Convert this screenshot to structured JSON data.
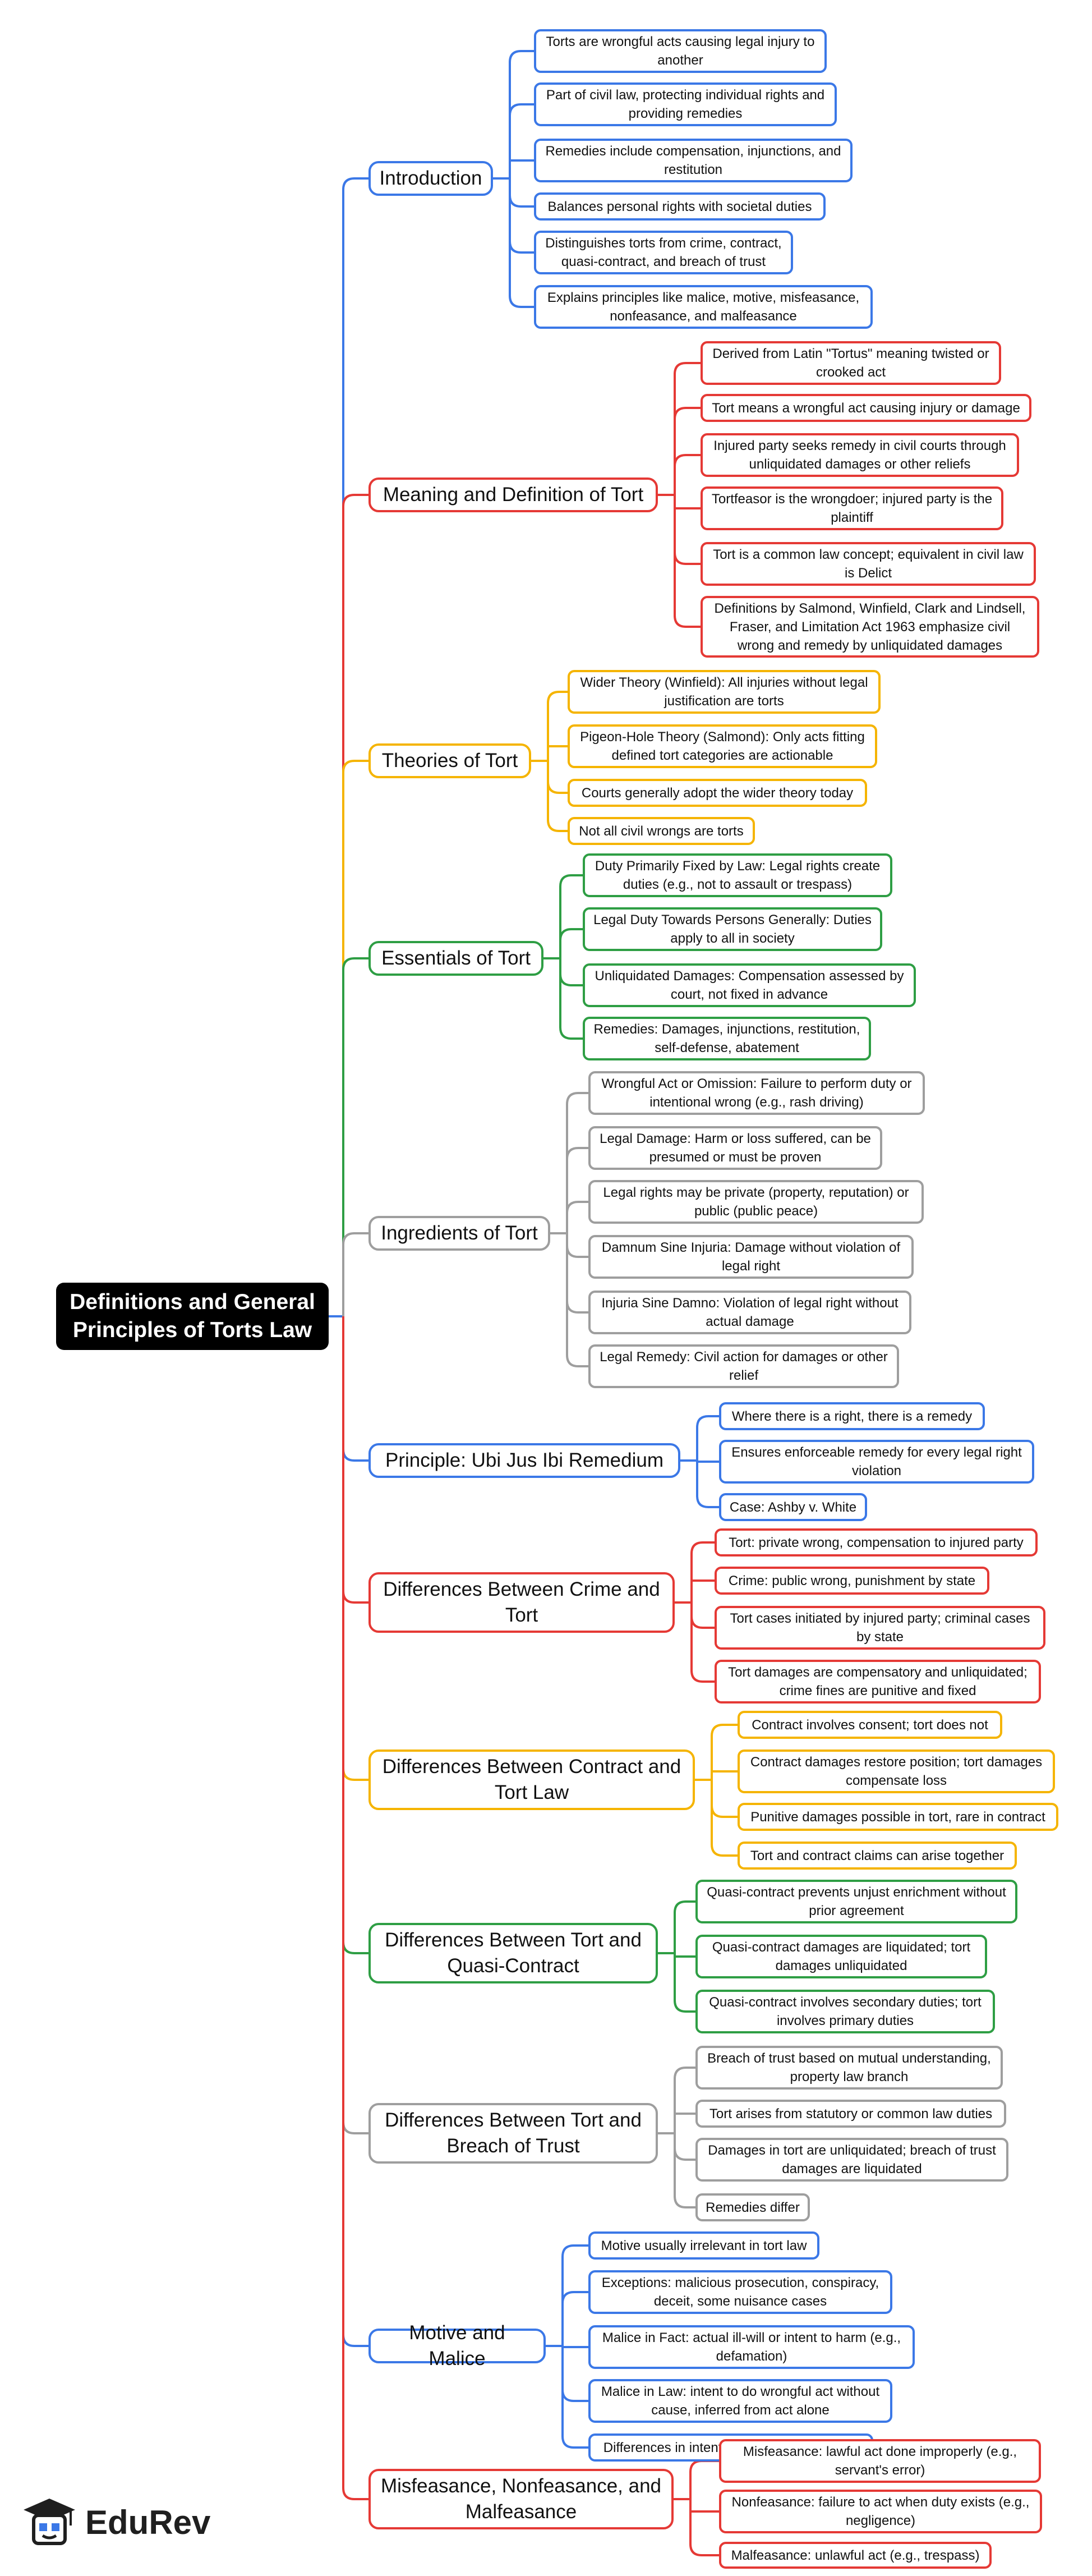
{
  "root": "Definitions and General Principles of Torts Law",
  "logo_text": "EduRev",
  "colors": {
    "blue": "#3b78e7",
    "red": "#e53935",
    "yellow": "#f5b400",
    "green": "#2e9e44",
    "gray": "#9e9e9e"
  },
  "branches": [
    {
      "label": "Introduction",
      "color": "blue",
      "children": [
        "Torts are wrongful acts causing legal injury to another",
        "Part of civil law, protecting individual rights and providing remedies",
        "Remedies include compensation, injunctions, and restitution",
        "Balances personal rights with societal duties",
        "Distinguishes torts from crime, contract, quasi-contract, and breach of trust",
        "Explains principles like malice, motive, misfeasance, nonfeasance, and malfeasance"
      ]
    },
    {
      "label": "Meaning and Definition of Tort",
      "color": "red",
      "children": [
        "Derived from Latin \"Tortus\" meaning twisted or crooked act",
        "Tort means a wrongful act causing injury or damage",
        "Injured party seeks remedy in civil courts through unliquidated damages or other reliefs",
        "Tortfeasor is the wrongdoer; injured party is the plaintiff",
        "Tort is a common law concept; equivalent in civil law is Delict",
        "Definitions by Salmond, Winfield, Clark and Lindsell, Fraser, and Limitation Act 1963 emphasize civil wrong and remedy by unliquidated damages"
      ]
    },
    {
      "label": "Theories of Tort",
      "color": "yellow",
      "children": [
        "Wider Theory (Winfield): All injuries without legal justification are torts",
        "Pigeon-Hole Theory (Salmond): Only acts fitting defined tort categories are actionable",
        "Courts generally adopt the wider theory today",
        "Not all civil wrongs are torts"
      ]
    },
    {
      "label": "Essentials of Tort",
      "color": "green",
      "children": [
        "Duty Primarily Fixed by Law: Legal rights create duties (e.g., not to assault or trespass)",
        "Legal Duty Towards Persons Generally: Duties apply to all in society",
        "Unliquidated Damages: Compensation assessed by court, not fixed in advance",
        "Remedies: Damages, injunctions, restitution, self-defense, abatement"
      ]
    },
    {
      "label": "Ingredients of Tort",
      "color": "gray",
      "children": [
        "Wrongful Act or Omission: Failure to perform duty or intentional wrong (e.g., rash driving)",
        "Legal Damage: Harm or loss suffered, can be presumed or must be proven",
        "Legal rights may be private (property, reputation) or public (public peace)",
        "Damnum Sine Injuria: Damage without violation of legal right",
        "Injuria Sine Damno: Violation of legal right without actual damage",
        "Legal Remedy: Civil action for damages or other relief"
      ]
    },
    {
      "label": "Principle: Ubi Jus Ibi Remedium",
      "color": "blue",
      "children": [
        "Where there is a right, there is a remedy",
        "Ensures enforceable remedy for every legal right violation",
        "Case: Ashby v. White"
      ]
    },
    {
      "label": "Differences Between Crime and Tort",
      "color": "red",
      "children": [
        "Tort: private wrong, compensation to injured party",
        "Crime: public wrong, punishment by state",
        "Tort cases initiated by injured party; criminal cases by state",
        "Tort damages are compensatory and unliquidated; crime fines are punitive and fixed"
      ]
    },
    {
      "label": "Differences Between Contract and Tort Law",
      "color": "yellow",
      "children": [
        "Contract involves consent; tort does not",
        "Contract damages restore position; tort damages compensate loss",
        "Punitive damages possible in tort, rare in contract",
        "Tort and contract claims can arise together"
      ]
    },
    {
      "label": "Differences Between Tort and Quasi-Contract",
      "color": "green",
      "children": [
        "Quasi-contract prevents unjust enrichment without prior agreement",
        "Quasi-contract damages are liquidated; tort damages unliquidated",
        "Quasi-contract involves secondary duties; tort involves primary duties"
      ]
    },
    {
      "label": "Differences Between Tort and Breach of Trust",
      "color": "gray",
      "children": [
        "Breach of trust based on mutual understanding, property law branch",
        "Tort arises from statutory or common law duties",
        "Damages in tort are unliquidated; breach of trust damages are liquidated",
        "Remedies differ"
      ]
    },
    {
      "label": "Motive and Malice",
      "color": "blue",
      "children": [
        "Motive usually irrelevant in tort law",
        "Exceptions: malicious prosecution, conspiracy, deceit, some nuisance cases",
        "Malice in Fact: actual ill-will or intent to harm (e.g., defamation)",
        "Malice in Law: intent to do wrongful act without cause, inferred from act alone",
        "Differences in intent, application, and proof"
      ]
    },
    {
      "label": "Misfeasance, Nonfeasance, and Malfeasance",
      "color": "red",
      "children": [
        "Misfeasance: lawful act done improperly (e.g., servant's error)",
        "Nonfeasance: failure to act when duty exists (e.g., negligence)",
        "Malfeasance: unlawful act (e.g., trespass)"
      ]
    }
  ]
}
